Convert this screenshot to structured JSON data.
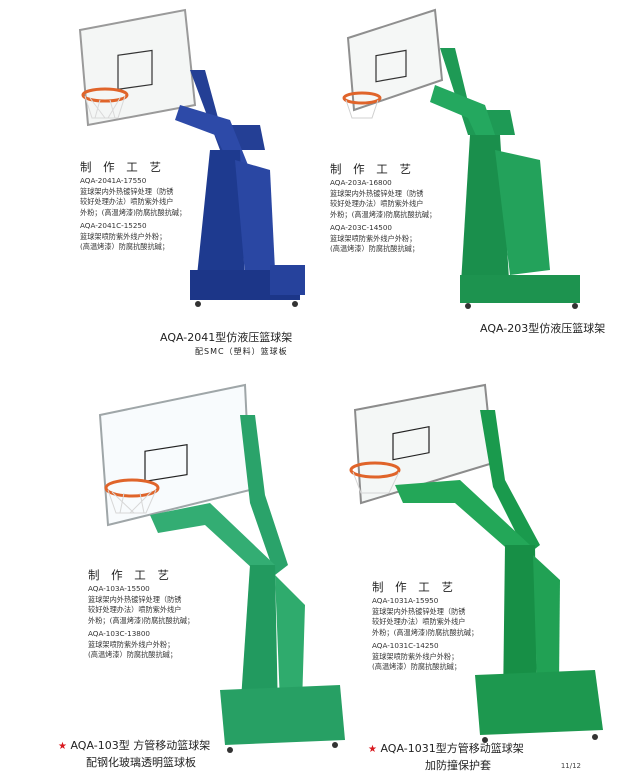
{
  "products": [
    {
      "title": "制 作 工 艺",
      "model_a": "AQA-2041A-17550",
      "desc_a": [
        "篮球架内外热镀锌处理（防锈",
        "较好处理办法）喷防紫外线户",
        "外粉；(高温烤漆)防腐抗酸抗碱；"
      ],
      "model_c": "AQA-2041C-15250",
      "desc_c": [
        "篮球架喷防紫外线户外粉；",
        "(高温烤漆）防腐抗酸抗碱；"
      ],
      "caption": "AQA-2041型仿液压篮球架",
      "subcaption": "配SMC（塑料）篮球板",
      "color": "#1f3f9a"
    },
    {
      "title": "制 作 工 艺",
      "model_a": "AQA-203A-16800",
      "desc_a": [
        "篮球架内外热镀锌处理（防锈",
        "较好处理办法）喷防紫外线户",
        "外粉；(高温烤漆)防腐抗酸抗碱；"
      ],
      "model_c": "AQA-203C-14500",
      "desc_c": [
        "篮球架喷防紫外线户外粉；",
        "(高温烤漆）防腐抗酸抗碱；"
      ],
      "caption": "AQA-203型仿液压篮球架",
      "color": "#1f9a55"
    },
    {
      "title": "制 作 工 艺",
      "model_a": "AQA-103A-15500",
      "desc_a": [
        "篮球架内外热镀锌处理（防锈",
        "较好处理办法）喷防紫外线户",
        "外粉；(高温烤漆)防腐抗酸抗碱；"
      ],
      "model_c": "AQA-103C-13800",
      "desc_c": [
        "篮球架喷防紫外线户外粉；",
        "(高温烤漆）防腐抗酸抗碱；"
      ],
      "caption": "AQA-103型 方管移动篮球架",
      "subcaption": "配钢化玻璃透明篮球板",
      "color": "#2aa36a"
    },
    {
      "title": "制 作 工 艺",
      "model_a": "AQA-1031A-15950",
      "desc_a": [
        "篮球架内外热镀锌处理（防锈",
        "较好处理办法）喷防紫外线户",
        "外粉；(高温烤漆)防腐抗酸抗碱；"
      ],
      "model_c": "AQA-1031C-14250",
      "desc_c": [
        "篮球架喷防紫外线户外粉；",
        "(高温烤漆）防腐抗酸抗碱；"
      ],
      "caption": "AQA-1031型方管移动篮球架",
      "subcaption": "加防撞保护套",
      "color": "#189a4c"
    }
  ],
  "star": "★",
  "page_number": "11/12",
  "colors": {
    "rim": "#e0642a",
    "board_frame": "#8a8a8a"
  }
}
